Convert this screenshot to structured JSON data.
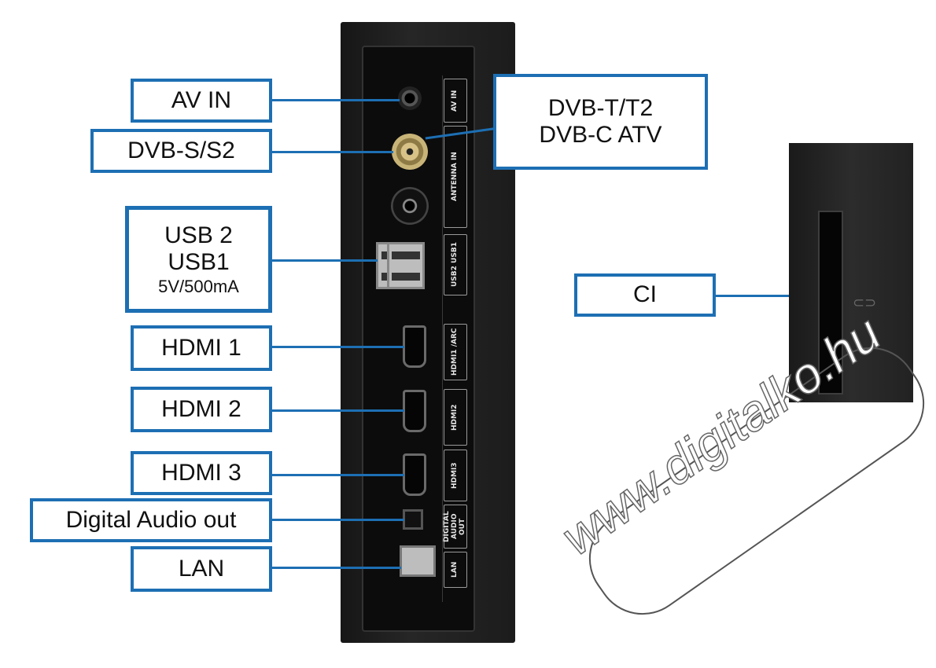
{
  "callouts": {
    "av_in": "AV IN",
    "dvb_s": "DVB-S/S2",
    "dvb_t_line1": "DVB-T/T2",
    "dvb_t_line2": "DVB-C ATV",
    "usb_line1": "USB 2",
    "usb_line2": "USB1",
    "usb_line3": "5V/500mA",
    "hdmi1": "HDMI 1",
    "hdmi2": "HDMI 2",
    "hdmi3": "HDMI 3",
    "digital_audio": "Digital Audio out",
    "lan": "LAN",
    "ci": "CI"
  },
  "panel_labels": {
    "av_in": "AV IN",
    "antenna": "ANTENNA IN",
    "usb": "USB2 USB1",
    "hdmi1": "HDMI1 /ARC",
    "hdmi2": "HDMI2",
    "hdmi3": "HDMI3",
    "digital_audio": "DIGITAL AUDIO OUT",
    "lan": "LAN"
  },
  "watermark": "www.digitalko.hu",
  "colors": {
    "accent": "#1d6fb3",
    "panel": "#1c1c1c"
  }
}
